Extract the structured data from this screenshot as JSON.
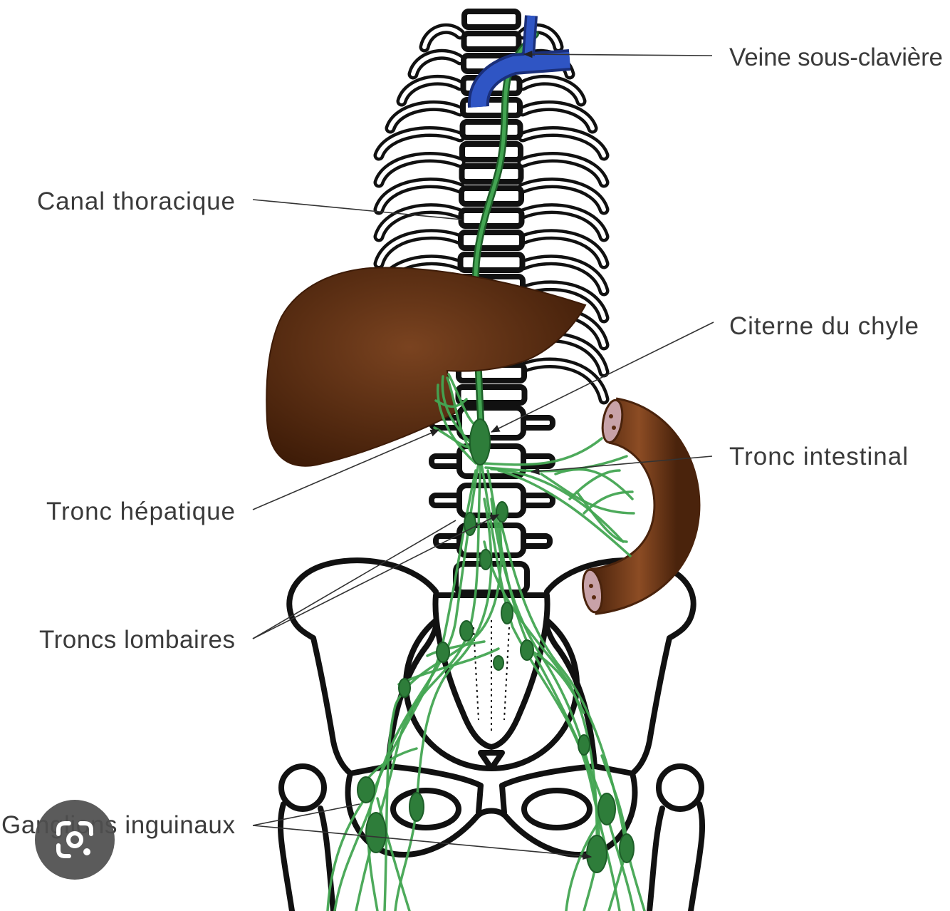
{
  "labels": {
    "veine_sous_claviere": "Veine sous-clavière",
    "canal_thoracique": "Canal thoracique",
    "citerne_du_chyle": "Citerne du chyle",
    "tronc_intestinal": "Tronc intestinal",
    "tronc_hepatique": "Tronc hépatique",
    "troncs_lombaires": "Troncs lombaires",
    "ganglions_inguinaux": "Ganglions inguinaux"
  },
  "overlay": {
    "lens_icon": "google-lens-icon"
  },
  "colors": {
    "bone": "#111111",
    "lymph": "#43a552",
    "lymph_node": "#2e7d3a",
    "lymph_dark": "#1d5e28",
    "liver": "#3d1b07",
    "liver_light": "#7a4320",
    "intestine": "#8c4c24",
    "intestine_dark": "#4a230c",
    "intestine_cut": "#c8a2a8",
    "vein": "#2f55c4",
    "vein_dark": "#1a2f7a",
    "label_text": "#3a3a3a",
    "leader_line": "#333333",
    "lens_bg": "#4f4f4f"
  }
}
